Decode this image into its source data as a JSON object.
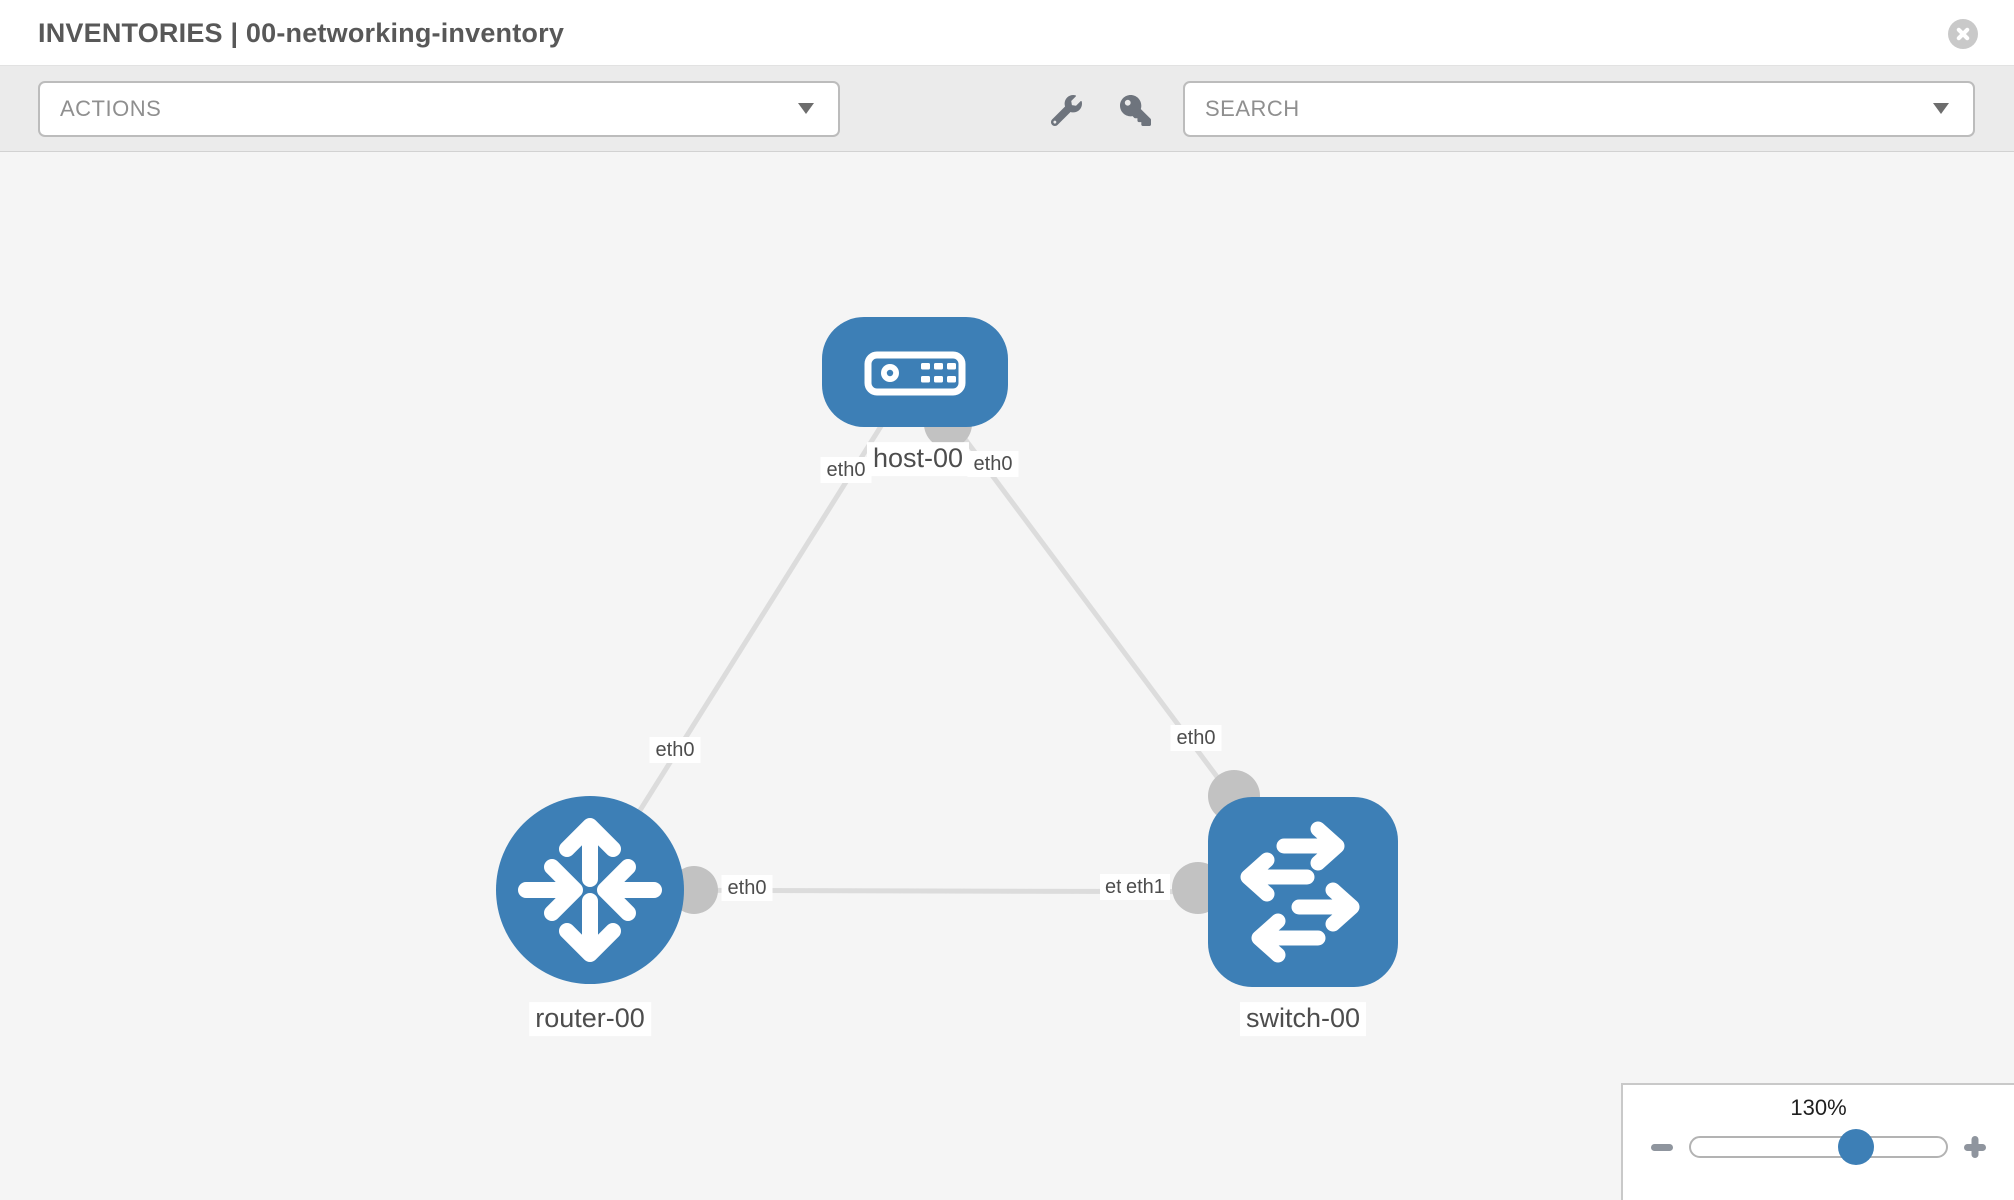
{
  "header": {
    "title": "INVENTORIES | 00-networking-inventory"
  },
  "toolbar": {
    "actions_dropdown": {
      "label": "ACTIONS"
    },
    "wrench_icon": "wrench",
    "key_icon": "key",
    "search_dropdown": {
      "label": "SEARCH"
    }
  },
  "topology": {
    "nodes": [
      {
        "label": "host-00",
        "type": "host"
      },
      {
        "label": "router-00",
        "type": "router"
      },
      {
        "label": "switch-00",
        "type": "switch"
      }
    ],
    "interface_labels": [
      {
        "label": "eth0",
        "node": "host-00"
      },
      {
        "label": "eth0",
        "node": "host-00"
      },
      {
        "label": "eth0",
        "node": "router-00"
      },
      {
        "label": "eth0",
        "node": "switch-00"
      },
      {
        "label": "eth0",
        "node": "router-00"
      },
      {
        "label": "eth0",
        "node": "switch-00"
      },
      {
        "label": "eth1",
        "node": "switch-00"
      }
    ],
    "links": [
      {
        "from": "host-00",
        "to": "router-00"
      },
      {
        "from": "host-00",
        "to": "switch-00"
      },
      {
        "from": "router-00",
        "to": "switch-00"
      }
    ]
  },
  "zoom_control": {
    "value": "130%"
  },
  "colors": {
    "node_blue": "#3d7fb6",
    "link_gray": "#dcdcdc",
    "connector_gray": "#c2c2c2",
    "canvas_bg": "#f5f5f5"
  }
}
